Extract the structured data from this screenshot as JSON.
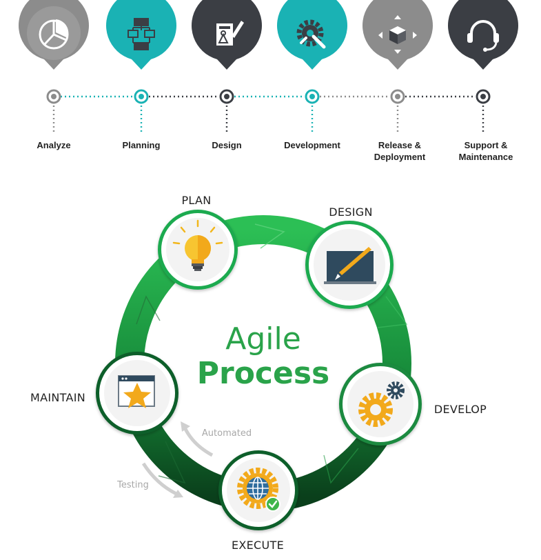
{
  "timeline": {
    "stages": [
      {
        "label_line1": "Analyze",
        "label_line2": "",
        "color": "#8c8c8c",
        "icon": "pie-chart-icon"
      },
      {
        "label_line1": "Planning",
        "label_line2": "",
        "color": "#1ab2b4",
        "icon": "flowchart-icon"
      },
      {
        "label_line1": "Design",
        "label_line2": "",
        "color": "#3b3e44",
        "icon": "design-sketch-icon"
      },
      {
        "label_line1": "Development",
        "label_line2": "",
        "color": "#1ab2b4",
        "icon": "gear-wrench-icon"
      },
      {
        "label_line1": "Release &",
        "label_line2": "Deployment",
        "color": "#8c8c8c",
        "icon": "box-arrows-icon"
      },
      {
        "label_line1": "Support &",
        "label_line2": "Maintenance",
        "color": "#3b3e44",
        "icon": "headset-icon"
      }
    ]
  },
  "cycle": {
    "title_line1": "Agile",
    "title_line2": "Process",
    "ring_colors": [
      "#1faa4f",
      "#0b4d22"
    ],
    "nodes": {
      "plan": "PLAN",
      "design": "DESIGN",
      "develop": "DEVELOP",
      "execute": "EXECUTE",
      "maintain": "MAINTAIN"
    },
    "arrows": {
      "automated": "Automated",
      "testing": "Testing"
    }
  }
}
